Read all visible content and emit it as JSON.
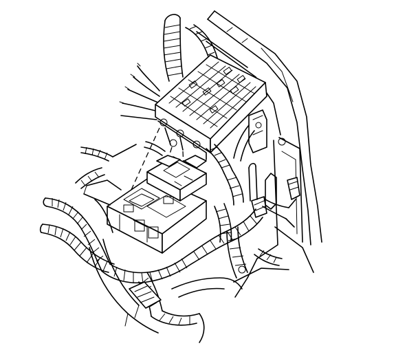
{
  "diagram": {
    "style": "black line art on white background",
    "colors": {
      "ink": "#000000",
      "paper": "#ffffff"
    },
    "components": [
      {
        "name": "fuse-relay-block",
        "icon": "fuse-block"
      },
      {
        "name": "relay-connector-assembly",
        "icon": "connector"
      },
      {
        "name": "wiring-harness",
        "icon": "harness-loom"
      },
      {
        "name": "inner-fender-panel",
        "icon": "body-panel"
      },
      {
        "name": "side-bracket",
        "icon": "bracket"
      },
      {
        "name": "inline-connector",
        "icon": "connector"
      }
    ]
  }
}
